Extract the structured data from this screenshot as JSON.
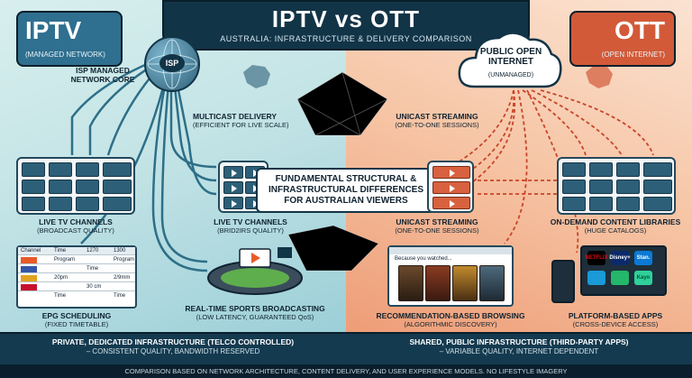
{
  "header": {
    "title": "IPTV vs OTT",
    "subtitle": "AUSTRALIA: INFRASTRUCTURE & DELIVERY COMPARISON"
  },
  "left": {
    "tag": "IPTV",
    "tag_sub": "(MANAGED NETWORK)",
    "isp_node": "ISP",
    "isp_label": "ISP MANAGED NETWORK CORE",
    "multicast_label": "MULTICAST DELIVERY",
    "multicast_sub": "(EFFICIENT FOR LIVE SCALE)",
    "live1_label": "LIVE TV CHANNELS",
    "live1_sub": "(BROADCAST QUALITY)",
    "live2_label": "LIVE TV CHANNELS",
    "live2_sub": "(BRID2IRS QUALITY)",
    "epg_label": "EPG SCHEDULING",
    "epg_sub": "(FIXED TIMETABLE)",
    "sports_label": "REAL-TIME SPORTS BROADCASTING",
    "sports_sub": "(LOW LATENCY, GUARANTEED QoS)",
    "epg_table": {
      "header": [
        "Channel",
        "Time",
        "1270",
        "1300"
      ],
      "rows": [
        [
          "",
          "Program",
          "",
          "Program"
        ],
        [
          "",
          "",
          "Time",
          ""
        ],
        [
          "",
          "20pm",
          "",
          "2/9mm"
        ],
        [
          "",
          "",
          "30 cm",
          ""
        ],
        [
          "",
          "Time",
          "",
          "Time"
        ]
      ]
    }
  },
  "right": {
    "tag": "OTT",
    "tag_sub": "(OPEN INTERNET)",
    "cloud_title": "PUBLIC OPEN INTERNET",
    "cloud_sub": "(UNMANAGED)",
    "unicast_top_label": "UNICAST STREAMING",
    "unicast_top_sub": "(ONE-TO-ONE SESSIONS)",
    "unicast_label": "UNICAST STREAMING",
    "unicast_sub": "(ONE-TO-ONE SESSIONS)",
    "ondemand_label": "ON-DEMAND CONTENT LIBRARIES",
    "ondemand_sub": "(HUGE CATALOGS)",
    "rec_label": "RECOMMENDATION-BASED BROWSING",
    "rec_sub": "(ALGORITHMIC DISCOVERY)",
    "rec_banner": "Because you watched...",
    "apps_label": "PLATFORM-BASED APPS",
    "apps_sub": "(CROSS-DEVICE ACCESS)",
    "apps": [
      "NETFLIX",
      "Disney+",
      "Stan.",
      "Kayo"
    ]
  },
  "center_text": "FUNDAMENTAL STRUCTURAL & INFRASTRUCTURAL DIFFERENCES FOR AUSTRALIAN VIEWERS",
  "bottom": {
    "left_main": "PRIVATE, DEDICATED INFRASTRUCTURE (TELCO CONTROLLED)",
    "left_sub": "– CONSISTENT QUALITY, BANDWIDTH RESERVED",
    "right_main": "SHARED, PUBLIC INFRASTRUCTURE (THIRD-PARTY APPS)",
    "right_sub": "– VARIABLE QUALITY, INTERNET DEPENDENT"
  },
  "footer": "COMPARISON BASED ON NETWORK ARCHITECTURE, CONTENT DELIVERY, AND USER EXPERIENCE MODELS. NO LIFESTYLE IMAGERY",
  "colors": {
    "iptv_accent": "#2f6f8f",
    "ott_accent": "#d25a39",
    "navy": "#123447"
  }
}
